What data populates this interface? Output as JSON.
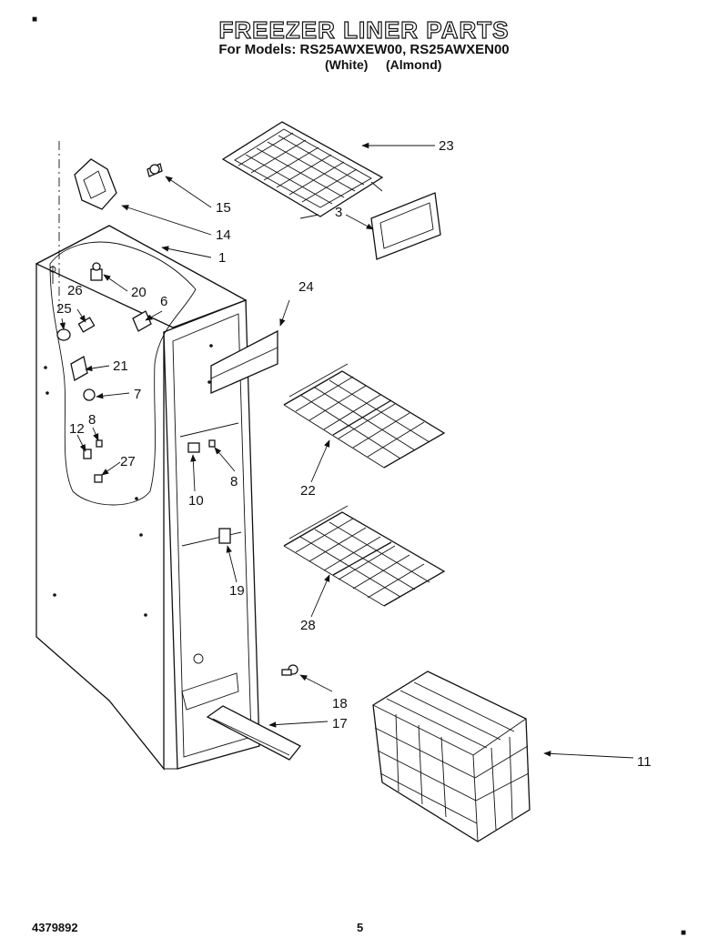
{
  "header": {
    "title": "FREEZER LINER PARTS",
    "models_line": "For Models: RS25AWXEW00, RS25AWXEN00",
    "variant_white": "(White)",
    "variant_almond": "(Almond)"
  },
  "footer": {
    "doc_number": "4379892",
    "page_number": "5"
  },
  "marks": {
    "top_left": "■",
    "bottom_right": "■"
  },
  "callouts": {
    "p1": "1",
    "p3": "3",
    "p6": "6",
    "p7": "7",
    "p8a": "8",
    "p8b": "8",
    "p10": "10",
    "p11": "11",
    "p12": "12",
    "p14": "14",
    "p15": "15",
    "p17": "17",
    "p18": "18",
    "p19": "19",
    "p20": "20",
    "p21": "21",
    "p22": "22",
    "p23": "23",
    "p24": "24",
    "p25": "25",
    "p26": "26",
    "p27": "27",
    "p28": "28"
  }
}
